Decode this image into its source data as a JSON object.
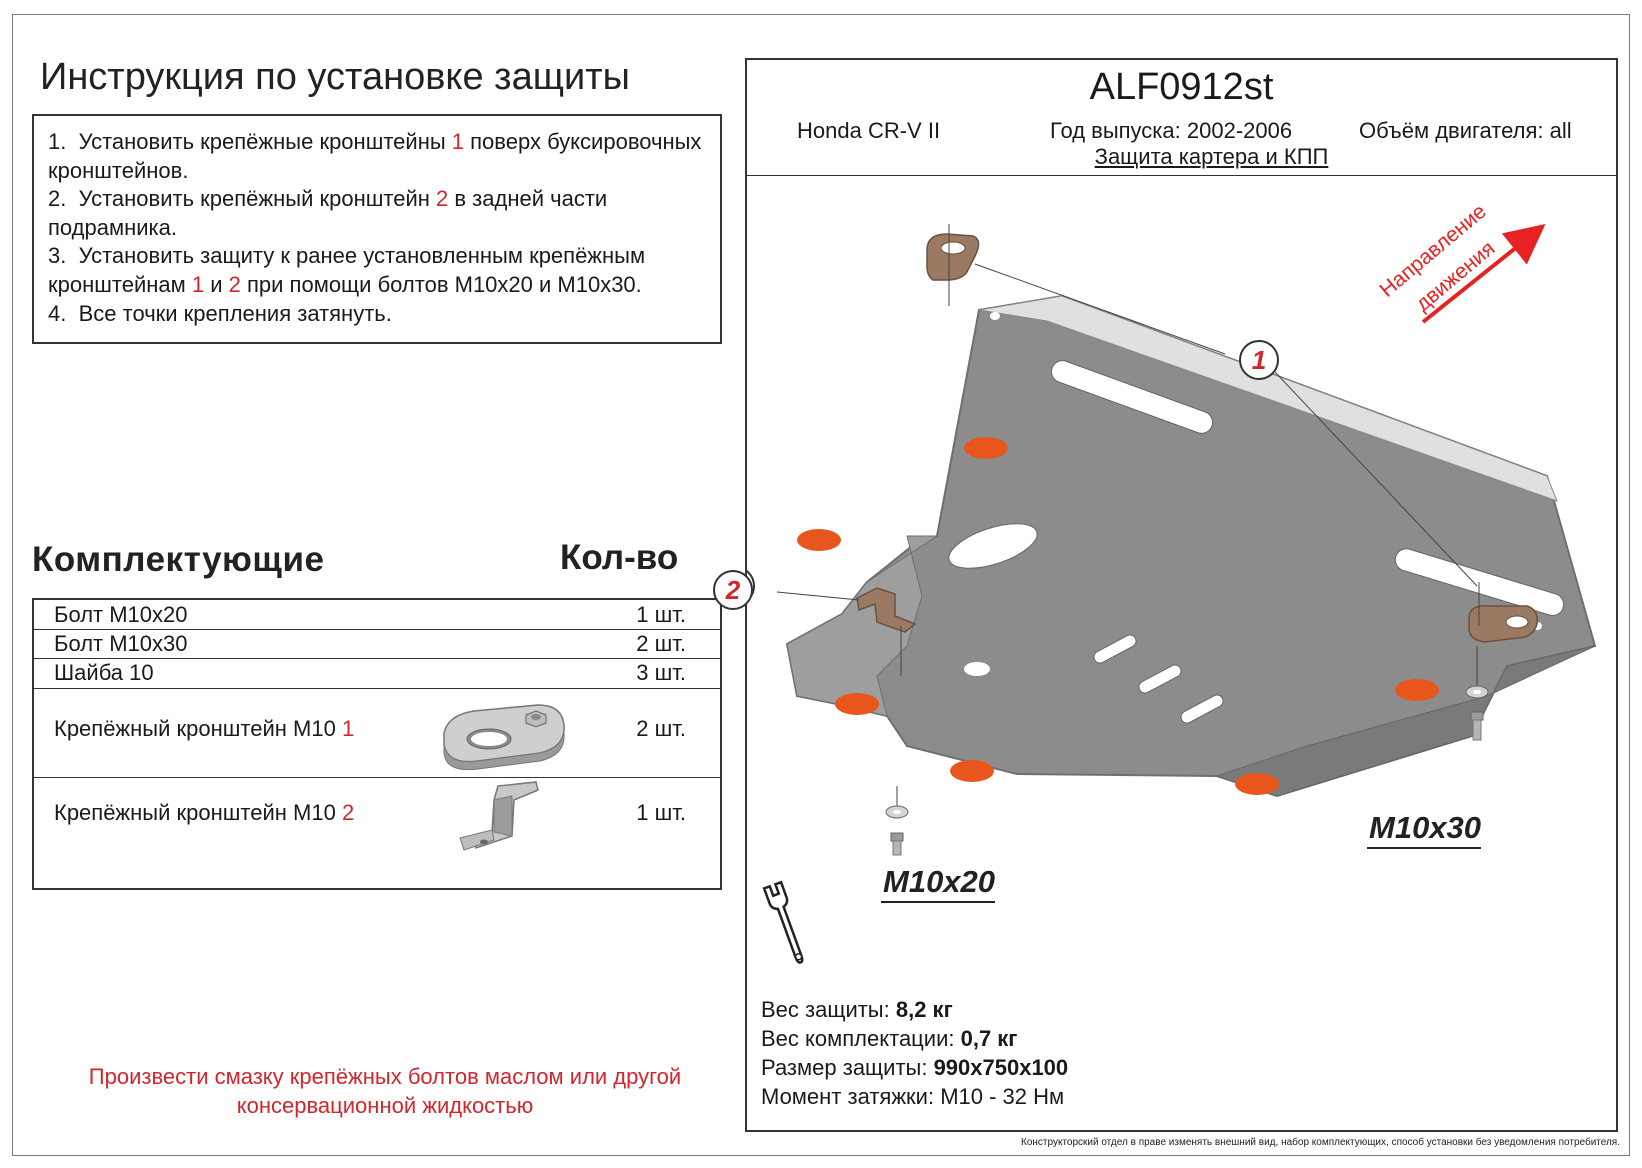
{
  "header": {
    "title": "Инструкция по установке защиты"
  },
  "steps": [
    {
      "num": "1.",
      "a": "Установить крепёжные кронштейны ",
      "r": "1",
      "b": " поверх буксировочных кронштейнов."
    },
    {
      "num": "2.",
      "a": "Установить крепёжный кронштейн ",
      "r": "2",
      "b": " в задней части подрамника."
    },
    {
      "num": "3.",
      "a": "Установить защиту к ранее установленным крепёжным кронштейнам ",
      "r": "1",
      "m": " и ",
      "r2": "2",
      "b": " при помощи болтов М10х20 и М10х30."
    },
    {
      "num": "4.",
      "a": "Все точки крепления затянуть."
    }
  ],
  "kit": {
    "heading": "Комплектующие",
    "qty_heading": "Кол-во",
    "rows": [
      {
        "name": "Болт М10х20",
        "num": "",
        "qty": "1 шт."
      },
      {
        "name": "Болт М10х30",
        "num": "",
        "qty": "2 шт."
      },
      {
        "name": "Шайба 10",
        "num": "",
        "qty": "3 шт."
      },
      {
        "name": "Крепёжный кронштейн М10 ",
        "num": "1",
        "qty": "2 шт."
      },
      {
        "name": "Крепёжный кронштейн М10 ",
        "num": "2",
        "qty": "1 шт."
      }
    ]
  },
  "note": "Произвести смазку крепёжных болтов маслом или другой консервационной жидкостью",
  "product": {
    "code": "ALF0912st",
    "car": "Honda CR-V II",
    "year": "Год выпуска: 2002-2006",
    "engine": "Объём двигателя: all",
    "name": "Защита картера и КПП"
  },
  "drawing": {
    "direction_line1": "Направление",
    "direction_line2": "движения",
    "callout_1": "1",
    "callout_2": "2",
    "bolt_left": "M10x20",
    "bolt_right": "M10x30",
    "icons": [
      "wrench-icon",
      "direction-arrow-icon"
    ]
  },
  "specs": [
    {
      "label": "Вес защиты: ",
      "value": "8,2 кг"
    },
    {
      "label": "Вес комплектации: ",
      "value": "0,7 кг"
    },
    {
      "label": "Размер защиты: ",
      "value": "990х750х100"
    },
    {
      "label": "Момент затяжки:  М10 - 32 Нм",
      "value": ""
    }
  ],
  "footer": "Конструкторский отдел в праве изменять внешний вид, набор комплектующих, способ установки без уведомления потребителя.",
  "colors": {
    "red": "#d1262b",
    "plate": "#8c8c8c",
    "pad": "#e8561e",
    "bracket": "#9a7a63"
  }
}
